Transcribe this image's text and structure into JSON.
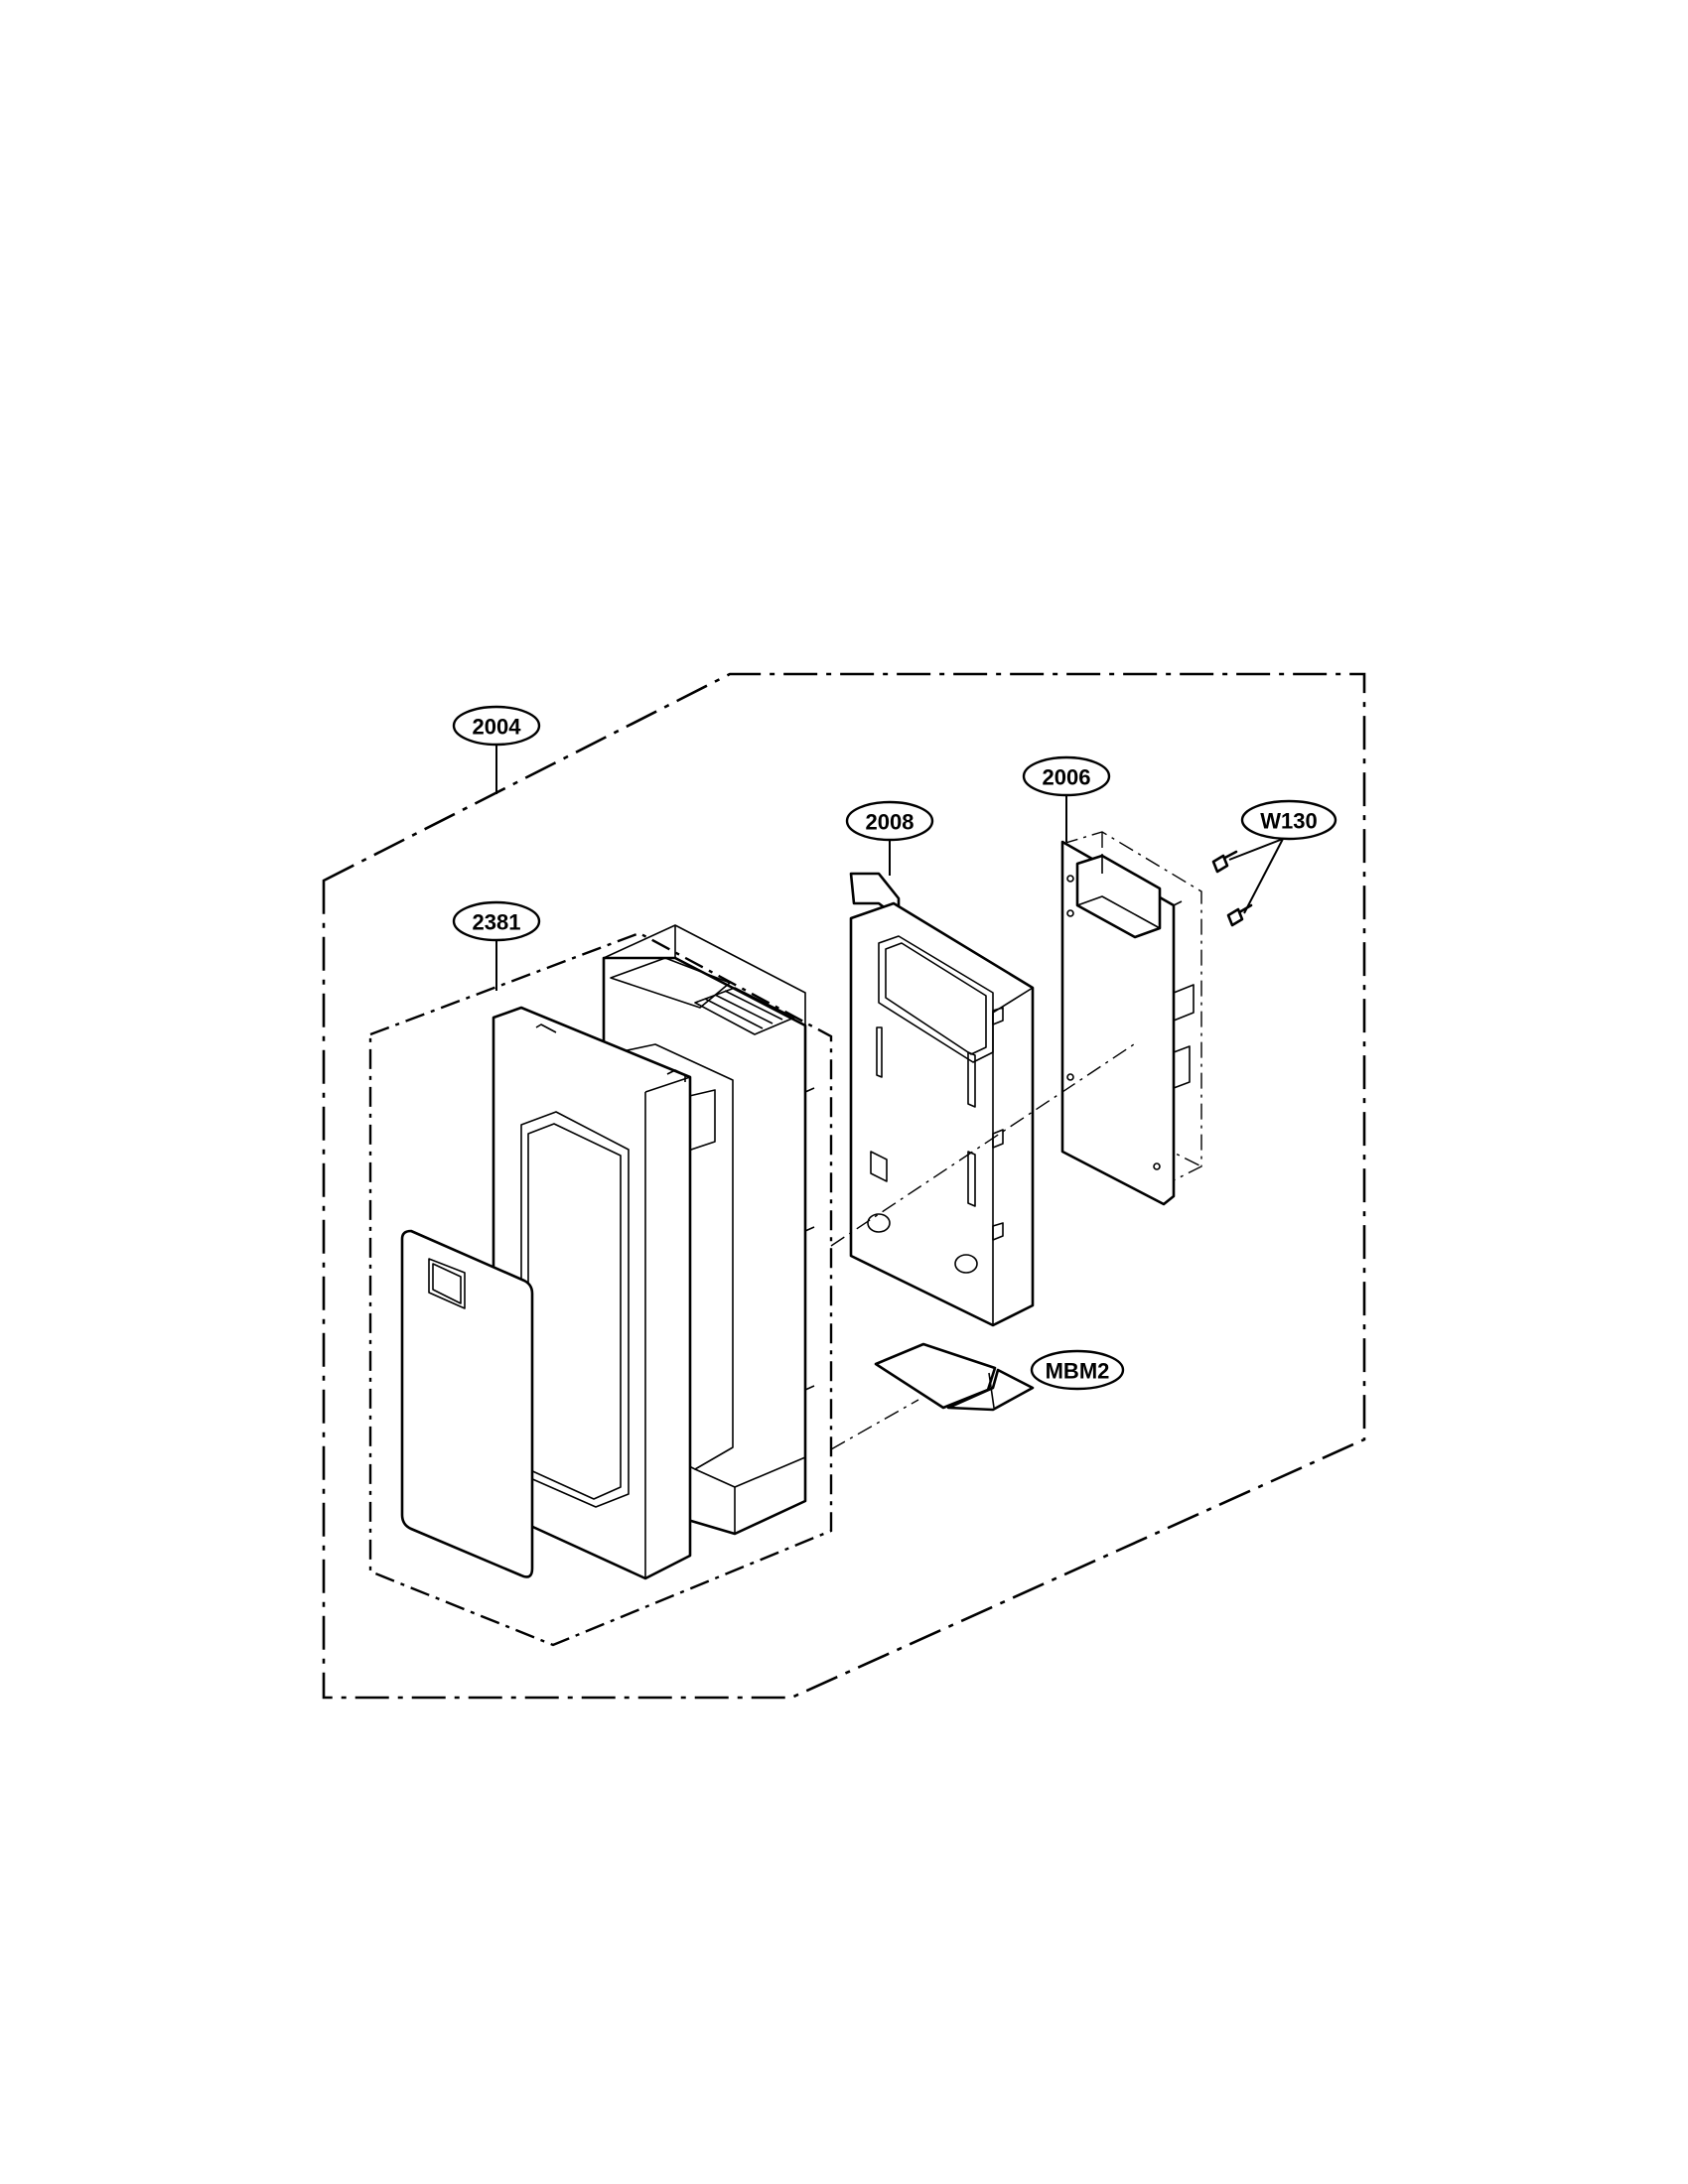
{
  "callouts": {
    "assembly": "2004",
    "door_frame_group": "2381",
    "control_frame": "2008",
    "pcb": "2006",
    "screws": "W130",
    "membrane": "MBM2"
  }
}
